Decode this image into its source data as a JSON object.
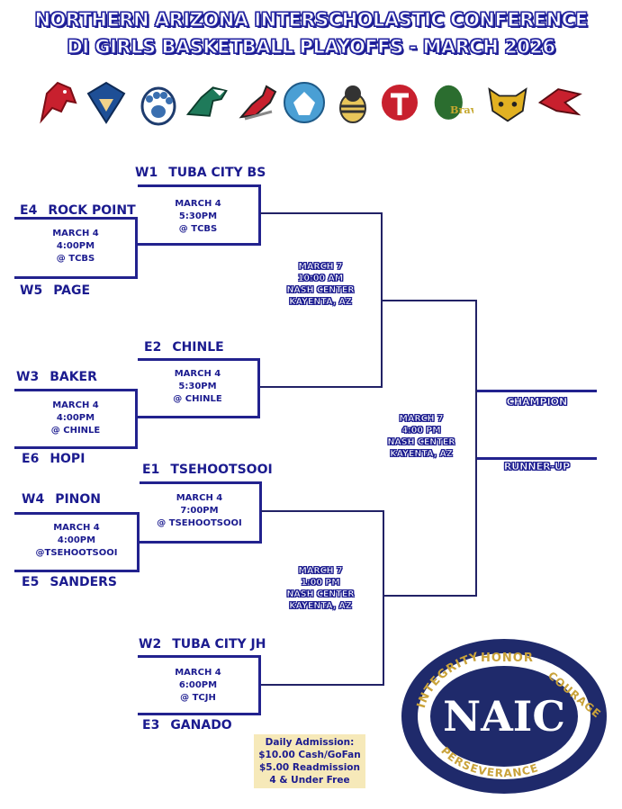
{
  "header": {
    "title_line1": "NORTHERN ARIZONA INTERSCHOLASTIC CONFERENCE",
    "title_line2": "DI GIRLS BASKETBALL PLAYOFFS - MARCH 2026"
  },
  "logos": [
    {
      "icon": "mustang-logo-icon",
      "color": "#c8202e"
    },
    {
      "icon": "warrior-logo-icon",
      "color": "#1e4f96"
    },
    {
      "icon": "bear-paw-logo-icon",
      "color": "#3a6fb0"
    },
    {
      "icon": "eagle-logo-icon",
      "color": "#1f7a5a"
    },
    {
      "icon": "dragon-logo-icon",
      "color": "#c8202e"
    },
    {
      "icon": "warrior-head-logo-icon",
      "color": "#4a9fd4"
    },
    {
      "icon": "hornet-logo-icon",
      "color": "#333333"
    },
    {
      "icon": "ganado-g-logo-icon",
      "color": "#c8202e"
    },
    {
      "icon": "braves-logo-icon",
      "color": "#2b6d2f"
    },
    {
      "icon": "wildcat-logo-icon",
      "color": "#e1b122"
    },
    {
      "icon": "rc-logo-icon",
      "color": "#c8202e"
    }
  ],
  "bracket": {
    "r1": [
      {
        "seed": "E4",
        "team": "ROCK POINT"
      },
      {
        "seed": "W5",
        "team": "PAGE"
      },
      {
        "seed": "W3",
        "team": "BAKER"
      },
      {
        "seed": "E6",
        "team": "HOPI"
      },
      {
        "seed": "W4",
        "team": "PINON"
      },
      {
        "seed": "E5",
        "team": "SANDERS"
      }
    ],
    "r1_games": [
      {
        "line1": "MARCH 4",
        "line2": "4:00PM",
        "line3": "@ TCBS"
      },
      {
        "line1": "MARCH 4",
        "line2": "4:00PM",
        "line3": "@ CHINLE"
      },
      {
        "line1": "MARCH 4",
        "line2": "4:00PM",
        "line3": "@TSEHOOTSOOI"
      }
    ],
    "r2": [
      {
        "seed": "W1",
        "team": "TUBA CITY BS"
      },
      {
        "seed": "E2",
        "team": "CHINLE"
      },
      {
        "seed": "E1",
        "team": "TSEHOOTSOOI"
      },
      {
        "seed": "W2",
        "team": "TUBA CITY JH"
      },
      {
        "seed": "E3",
        "team": "GANADO"
      }
    ],
    "r2_games": [
      {
        "line1": "MARCH 4",
        "line2": "5:30PM",
        "line3": "@ TCBS"
      },
      {
        "line1": "MARCH 4",
        "line2": "5:30PM",
        "line3": "@ CHINLE"
      },
      {
        "line1": "MARCH 4",
        "line2": "7:00PM",
        "line3": "@ TSEHOOTSOOI"
      },
      {
        "line1": "MARCH 4",
        "line2": "6:00PM",
        "line3": "@ TCJH"
      }
    ],
    "semis": [
      {
        "line1": "MARCH 7",
        "line2": "10:00 AM",
        "line3": "NASH CENTER",
        "line4": "KAYENTA, AZ"
      },
      {
        "line1": "MARCH 7",
        "line2": "1:00 PM",
        "line3": "NASH CENTER",
        "line4": "KAYENTA, AZ"
      }
    ],
    "final": {
      "line1": "MARCH 7",
      "line2": "4:00 PM",
      "line3": "NASH CENTER",
      "line4": "KAYENTA, AZ"
    },
    "champion_label": "CHAMPION",
    "runner_up_label": "RUNNER-UP"
  },
  "admission": {
    "line1": "Daily Admission:",
    "line2": "$10.00 Cash/GoFan",
    "line3": "$5.00 Readmission",
    "line4": "4 & Under Free"
  },
  "seal": {
    "center": "NAIC",
    "word_left": "INTEGRITY",
    "word_top": "HONOR",
    "word_right": "COURAGE",
    "word_bottom": "PERSEVERANCE"
  }
}
